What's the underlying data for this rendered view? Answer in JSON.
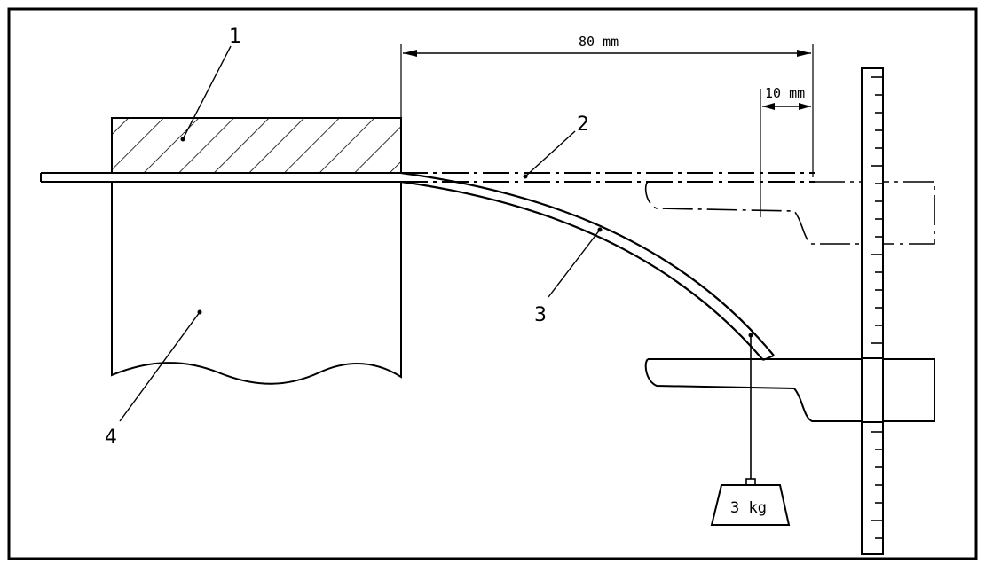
{
  "figure": {
    "labels": {
      "clamp": "1",
      "original_position": "2",
      "deflected_strip": "3",
      "base": "4"
    },
    "dimensions": {
      "overhang": "80 mm",
      "offset": "10 mm"
    },
    "weight": "3 kg"
  }
}
